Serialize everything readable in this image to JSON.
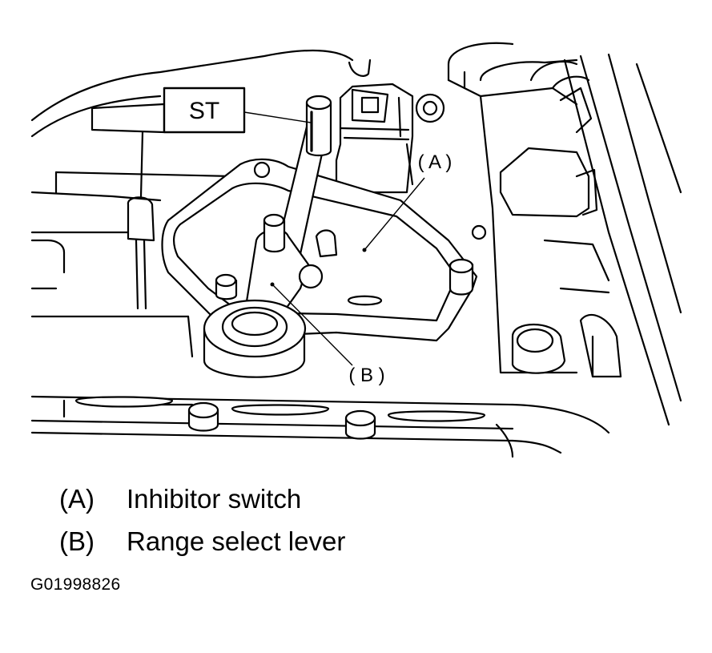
{
  "callouts": {
    "st": "ST",
    "a": "( A )",
    "b": "( B )"
  },
  "legend": {
    "items": [
      {
        "key": "(A)",
        "label": "Inhibitor switch"
      },
      {
        "key": "(B)",
        "label": "Range select lever"
      }
    ]
  },
  "figure_code": "G01998826",
  "colors": {
    "line": "#000000",
    "background": "#ffffff"
  }
}
